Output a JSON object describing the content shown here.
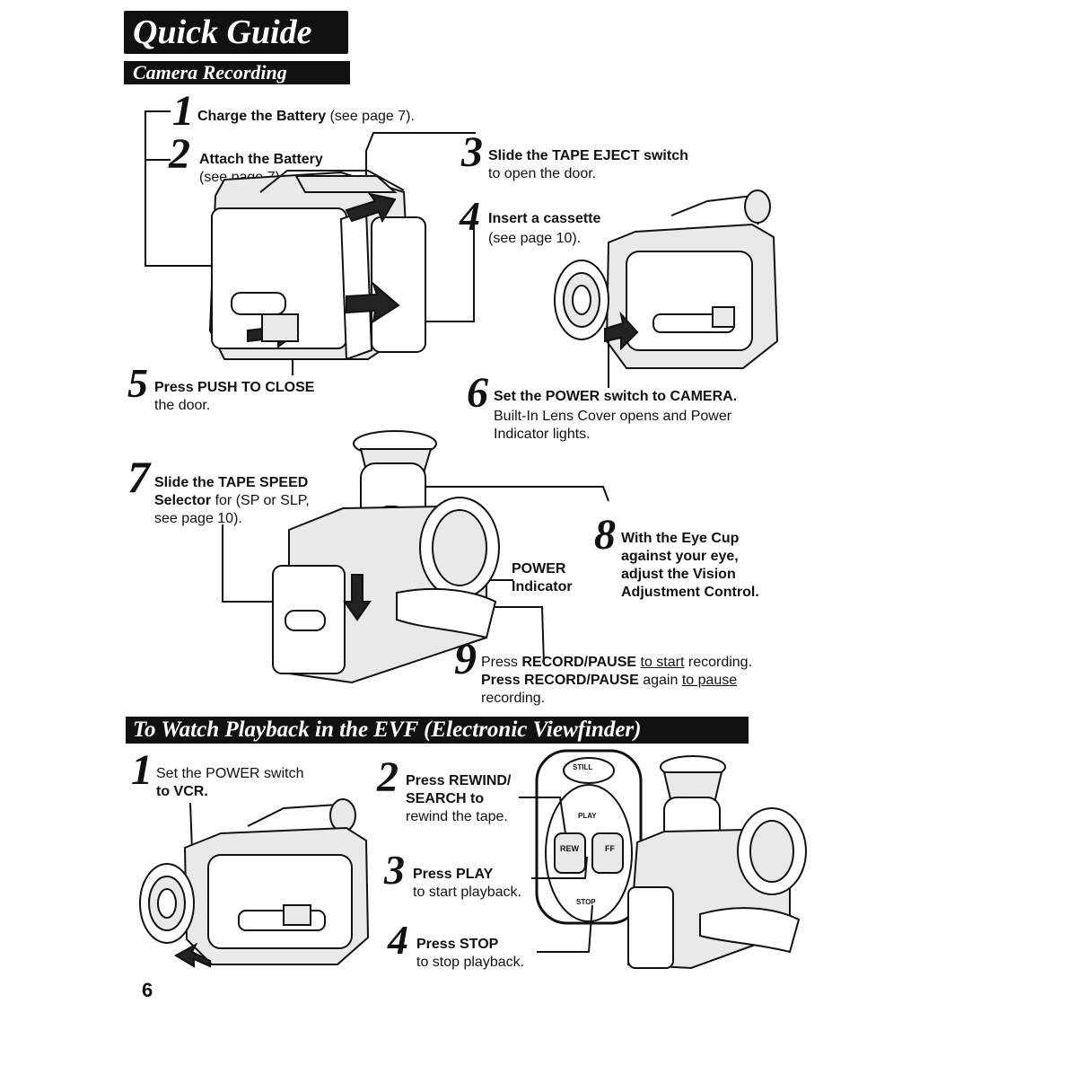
{
  "header": {
    "title": "Quick Guide",
    "subtitle": "Camera Recording"
  },
  "recording_steps": [
    {
      "number": "1",
      "bold": "Charge the Battery",
      "normal": " (see page 7)."
    },
    {
      "number": "2",
      "line1": "Attach the Battery",
      "line2": "(see page 7)."
    },
    {
      "number": "3",
      "line1": "Slide the TAPE EJECT switch",
      "line2": "to open the door."
    },
    {
      "number": "4",
      "line1": "Insert a cassette",
      "line2": "(see page 10)."
    },
    {
      "number": "5",
      "line1": "Press PUSH TO CLOSE",
      "line2": "the door."
    },
    {
      "number": "6",
      "line1": "Set the POWER switch to CAMERA.",
      "line2": "Built-In Lens Cover opens and Power",
      "line3": "Indicator lights."
    },
    {
      "number": "7",
      "line1": "Slide the TAPE SPEED",
      "line2_bold": "Selector",
      "line2_normal": " for (SP or SLP,",
      "line3": "see page 10)."
    },
    {
      "number": "8",
      "line1": "With the Eye Cup",
      "line2": "against your eye,",
      "line3": "adjust the Vision",
      "line4": "Adjustment Control."
    },
    {
      "number": "9",
      "line1_pre": "Press ",
      "line1_bold": "RECORD/PAUSE",
      "line1_space": " ",
      "line1_u": "to start",
      "line1_post": " recording.",
      "line2_pre": "Press ",
      "line2_bold": "RECORD/PAUSE",
      "line2_mid": " again ",
      "line2_u": "to pause",
      "line3": "recording."
    }
  ],
  "power_indicator_label": {
    "line1": "POWER",
    "line2": "Indicator"
  },
  "playback": {
    "title": "To Watch Playback in the EVF (Electronic Viewfinder)",
    "steps": [
      {
        "number": "1",
        "line1": "Set the POWER switch",
        "line2": "to VCR."
      },
      {
        "number": "2",
        "line1": "Press REWIND/",
        "line2": "SEARCH to",
        "line3": "rewind the tape."
      },
      {
        "number": "3",
        "line1": "Press PLAY",
        "line2": "to start playback."
      },
      {
        "number": "4",
        "line1": "Press STOP",
        "line2": "to stop playback."
      }
    ],
    "buttons": {
      "still": "STILL",
      "play": "PLAY",
      "rew": "REW",
      "ff": "FF",
      "stop": "STOP"
    }
  },
  "page_number": "6",
  "icons": [
    "camcorder-door-illustration",
    "camcorder-side-illustration",
    "camcorder-viewfinder-illustration",
    "camcorder-vcr-illustration",
    "button-pad-illustration",
    "camcorder-playback-illustration",
    "arrow-icon"
  ]
}
